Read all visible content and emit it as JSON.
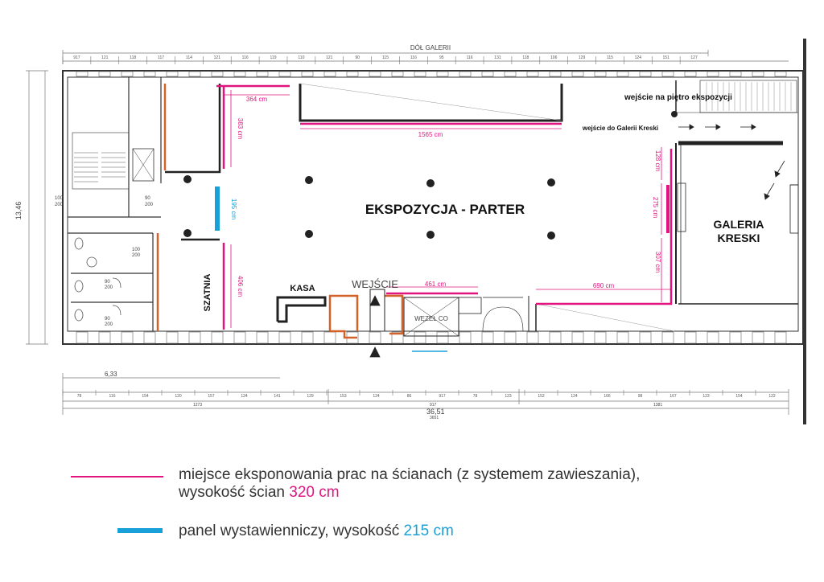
{
  "plan": {
    "title": "EKSPOZYCJA - PARTER",
    "top_label": "DÓŁ GALERII",
    "gallery_name_1": "GALERIA",
    "gallery_name_2": "KRESKI",
    "cloakroom": "SZATNIA",
    "cashier": "KASA",
    "entrance": "WEJŚCIE",
    "heating_node": "WĘZEŁ CO",
    "entrance_upper": "wejście na piętro ekspozycji",
    "entrance_kreski": "wejście do Galerii Kreski",
    "dim_total": "36,51",
    "dim_left": "6,33",
    "dim_height": "13,46",
    "top_dims": [
      "917",
      "121",
      "118",
      "117",
      "114",
      "121",
      "116",
      "119",
      "110",
      "121",
      "90",
      "115",
      "116",
      "95",
      "116",
      "131",
      "118",
      "106",
      "129",
      "115",
      "124",
      "151",
      "127"
    ],
    "bottom_dims": [
      "78",
      "116",
      "154",
      "120",
      "157",
      "124",
      "141",
      "129",
      "153",
      "124",
      "86",
      "917",
      "78",
      "123",
      "152",
      "124",
      "166",
      "98",
      "167",
      "123",
      "154",
      "122"
    ],
    "bottom_totals": [
      "1273",
      "917",
      "1381",
      "3651"
    ],
    "door_labels": [
      "100",
      "200",
      "90",
      "200",
      "100",
      "200",
      "90",
      "200",
      "90",
      "200"
    ]
  },
  "measurements": {
    "m364": "364 cm",
    "m383": "383 cm",
    "m195": "195 cm",
    "m406": "406 cm",
    "m1565": "1565 cm",
    "m461": "461 cm",
    "m690": "690 cm",
    "m128": "128 cm",
    "m275": "275 cm",
    "m307": "307 cm"
  },
  "legend": {
    "wall_line1": "miejsce eksponowania prac na ścianach (z systemem zawieszania),",
    "wall_line2_prefix": "wysokość ścian ",
    "wall_height": "320 cm",
    "panel_prefix": "panel wystawienniczy, wysokość ",
    "panel_height": "215 cm"
  },
  "colors": {
    "wall_magenta": "#e0157f",
    "panel_blue": "#1aa0d8",
    "orange": "#d2622a"
  }
}
